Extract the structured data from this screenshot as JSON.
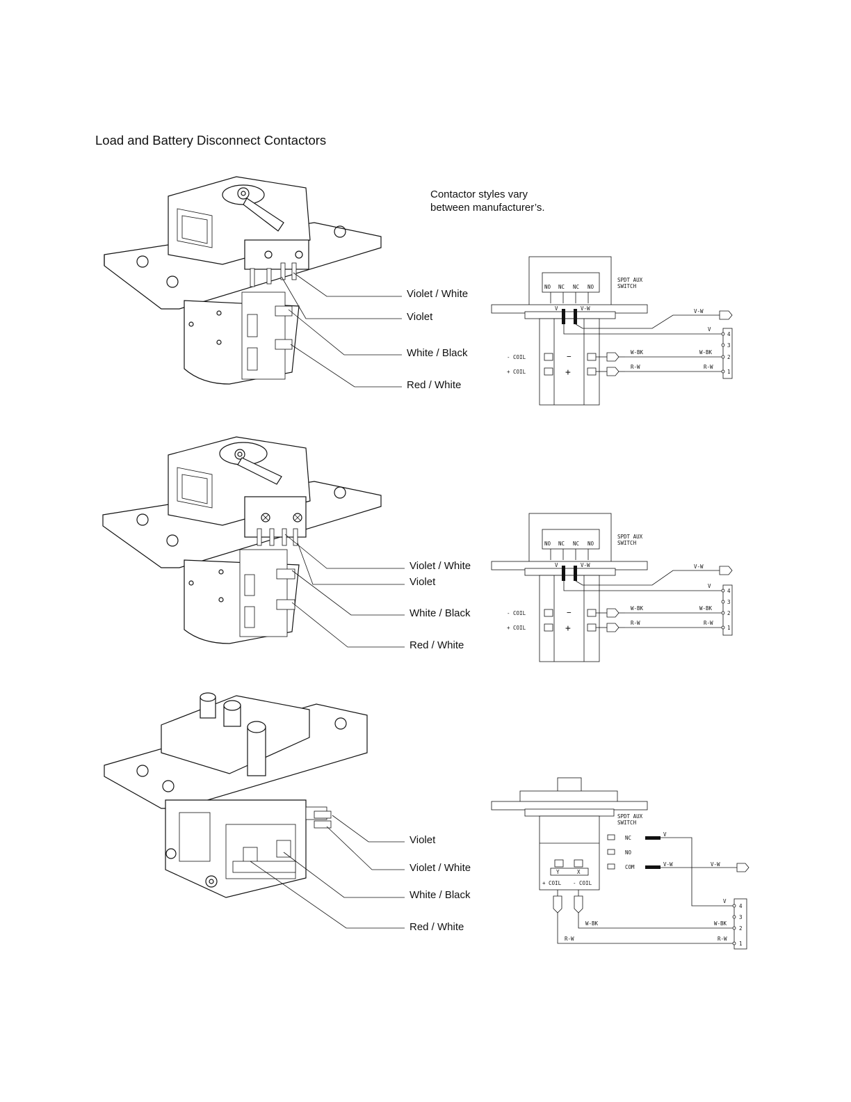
{
  "title": "Load and Battery Disconnect Contactors",
  "note": {
    "line1": "Contactor styles vary",
    "line2": "between manufacturer’s."
  },
  "contactor1": {
    "leader_labels": [
      "Violet / White",
      "Violet",
      "White / Black",
      "Red / White"
    ]
  },
  "contactor2": {
    "leader_labels": [
      "Violet / White",
      "Violet",
      "White / Black",
      "Red / White"
    ]
  },
  "contactor3": {
    "leader_labels": [
      "Violet",
      "Violet / White",
      "White / Black",
      "Red / White"
    ]
  },
  "schematic_common": {
    "aux_switch_label": [
      "SPDT AUX",
      "SWITCH"
    ],
    "switch_terminals": [
      "NO",
      "NC",
      "NC",
      "NO"
    ],
    "wire_v": "V",
    "wire_vw": "V-W",
    "wire_wbk": "W-BK",
    "wire_rw": "R-W",
    "coil_neg": "- COIL",
    "coil_pos": "+ COIL",
    "minus_sign": "−",
    "plus_sign": "+",
    "connector_pins": [
      "4",
      "3",
      "2",
      "1"
    ]
  },
  "schematic3": {
    "switch_rows": [
      "NC",
      "NO",
      "COM"
    ],
    "coil_terminals": [
      "Y",
      "X"
    ],
    "coil_labels": [
      "+ COIL",
      "- COIL"
    ]
  }
}
